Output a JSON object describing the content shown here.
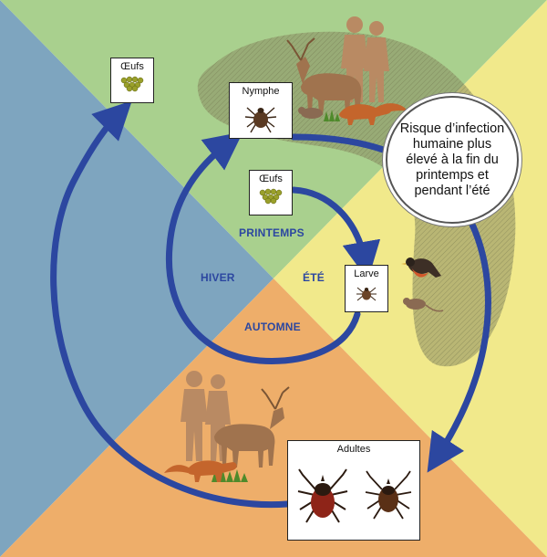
{
  "seasons": {
    "spring": "PRINTEMPS",
    "summer": "ÉTÉ",
    "autumn": "AUTOMNE",
    "winter": "HIVER"
  },
  "stages": {
    "eggs_top": "Œufs",
    "nymph": "Nymphe",
    "eggs_center": "Œufs",
    "larva": "Larve",
    "adults": "Adultes"
  },
  "risk_note": "Risque d’infection humaine plus élevé à la fin du printemps et pendant l’été",
  "colors": {
    "winter": "#7ea5bf",
    "spring": "#a9d08e",
    "summer": "#f1e98b",
    "autumn": "#eeae6a",
    "arrow": "#2c47a0",
    "risk_zone": "#8a8c63"
  },
  "icons": [
    "egg-cluster-icon",
    "tick-icon",
    "deer-icon",
    "human-silhouette-icon",
    "fox-icon",
    "bird-icon",
    "mouse-icon"
  ]
}
